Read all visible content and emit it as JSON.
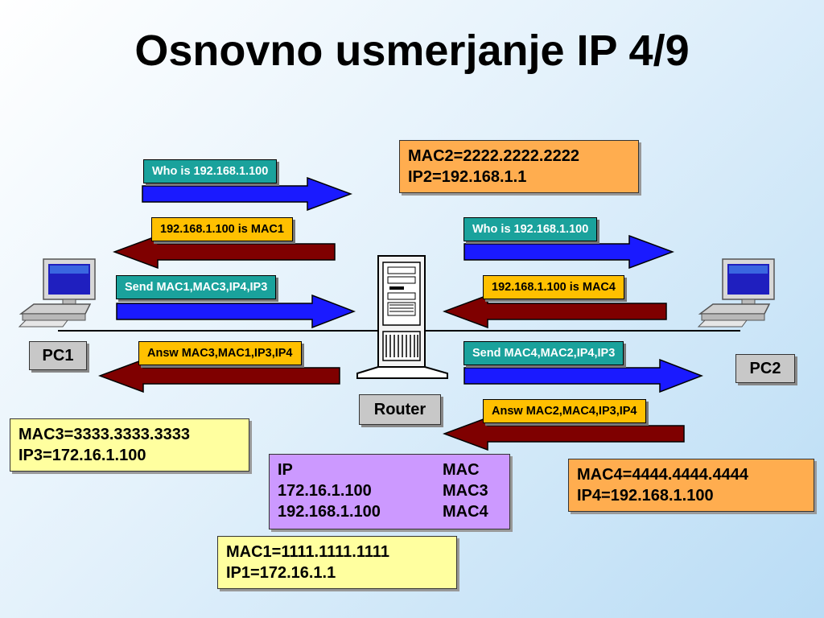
{
  "slide": {
    "title": "Osnovno usmerjanje IP 4/9"
  },
  "messages": {
    "m1": "Who is 192.168.1.100",
    "m2": "192.168.1.100 is MAC1",
    "m3": "Send MAC1,MAC3,IP4,IP3",
    "m4": "Answ MAC3,MAC1,IP3,IP4",
    "m5": "Who is 192.168.1.100",
    "m6": "192.168.1.100 is MAC4",
    "m7": "Send MAC4,MAC2,IP4,IP3",
    "m8": "Answ MAC2,MAC4,IP3,IP4"
  },
  "labels": {
    "pc1": "PC1",
    "pc2": "PC2",
    "router": "Router"
  },
  "boxes": {
    "router_if2": {
      "line1": "MAC2=2222.2222.2222",
      "line2": "IP2=192.168.1.1"
    },
    "pc3": {
      "line1": "MAC3=3333.3333.3333",
      "line2": "IP3=172.16.1.100"
    },
    "pc4": {
      "line1": "MAC4=4444.4444.4444",
      "line2": "IP4=192.168.1.100"
    },
    "router_if1": {
      "line1": "MAC1=1111.1111.1111",
      "line2": "IP1=172.16.1.1"
    }
  },
  "arp_table": {
    "header": {
      "ip": "IP",
      "mac": "MAC"
    },
    "rows": [
      {
        "ip": "172.16.1.100",
        "mac": "MAC3"
      },
      {
        "ip": "192.168.1.100",
        "mac": "MAC4"
      }
    ]
  },
  "colors": {
    "arrow_right": "#1a1aff",
    "arrow_left": "#7f0000",
    "label_teal": "#1aa29c",
    "label_gold": "#ffc000",
    "box_orange": "#ffad4f",
    "box_yellow": "#ffff9f",
    "box_violet": "#cc99ff"
  },
  "icons": [
    "desktop-computer-icon",
    "server-tower-icon"
  ]
}
